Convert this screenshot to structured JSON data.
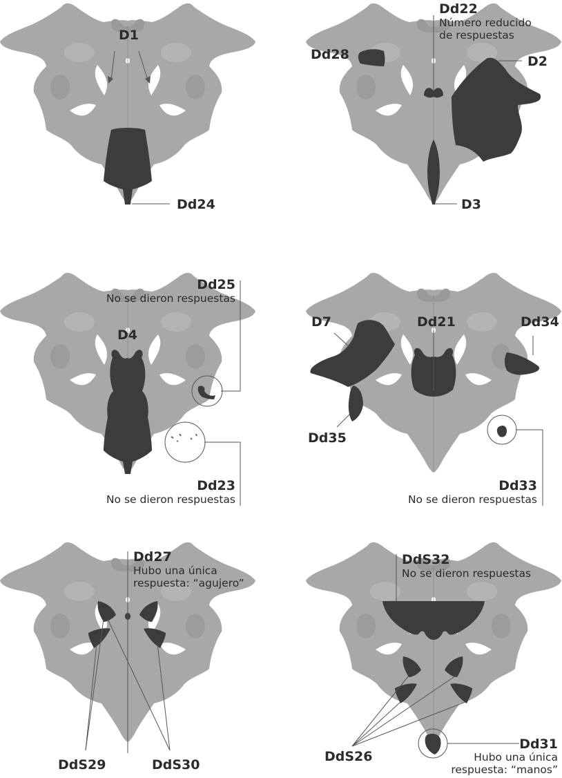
{
  "colors": {
    "blot": "#a8a8a8",
    "blot_dark": "#8f8f8f",
    "highlight": "#3c3c3c",
    "text": "#2b2b2b",
    "line": "#555555"
  },
  "panels": [
    {
      "id": "p1",
      "labels": [
        {
          "code": "D1"
        },
        {
          "code": "Dd24"
        }
      ]
    },
    {
      "id": "p2",
      "labels": [
        {
          "code": "Dd22",
          "note": [
            "Número reducido",
            "de respuestas"
          ]
        },
        {
          "code": "Dd28"
        },
        {
          "code": "D2"
        },
        {
          "code": "D3"
        }
      ]
    },
    {
      "id": "p3",
      "labels": [
        {
          "code": "Dd25",
          "note": [
            "No se dieron respuestas"
          ]
        },
        {
          "code": "D4"
        },
        {
          "code": "Dd23",
          "note": [
            "No se dieron respuestas"
          ]
        }
      ]
    },
    {
      "id": "p4",
      "labels": [
        {
          "code": "D7"
        },
        {
          "code": "Dd21"
        },
        {
          "code": "Dd34"
        },
        {
          "code": "Dd35"
        },
        {
          "code": "Dd33",
          "note": [
            "No se dieron respuestas"
          ]
        }
      ]
    },
    {
      "id": "p5",
      "labels": [
        {
          "code": "Dd27",
          "note": [
            "Hubo una única",
            "respuesta: “agujero”"
          ]
        },
        {
          "code": "DdS29"
        },
        {
          "code": "DdS30"
        }
      ]
    },
    {
      "id": "p6",
      "labels": [
        {
          "code": "DdS32",
          "note": [
            "No se dieron respuestas"
          ]
        },
        {
          "code": "DdS26"
        },
        {
          "code": "Dd31",
          "note": [
            "Hubo una única",
            "respuesta: “manos”"
          ]
        }
      ]
    }
  ]
}
